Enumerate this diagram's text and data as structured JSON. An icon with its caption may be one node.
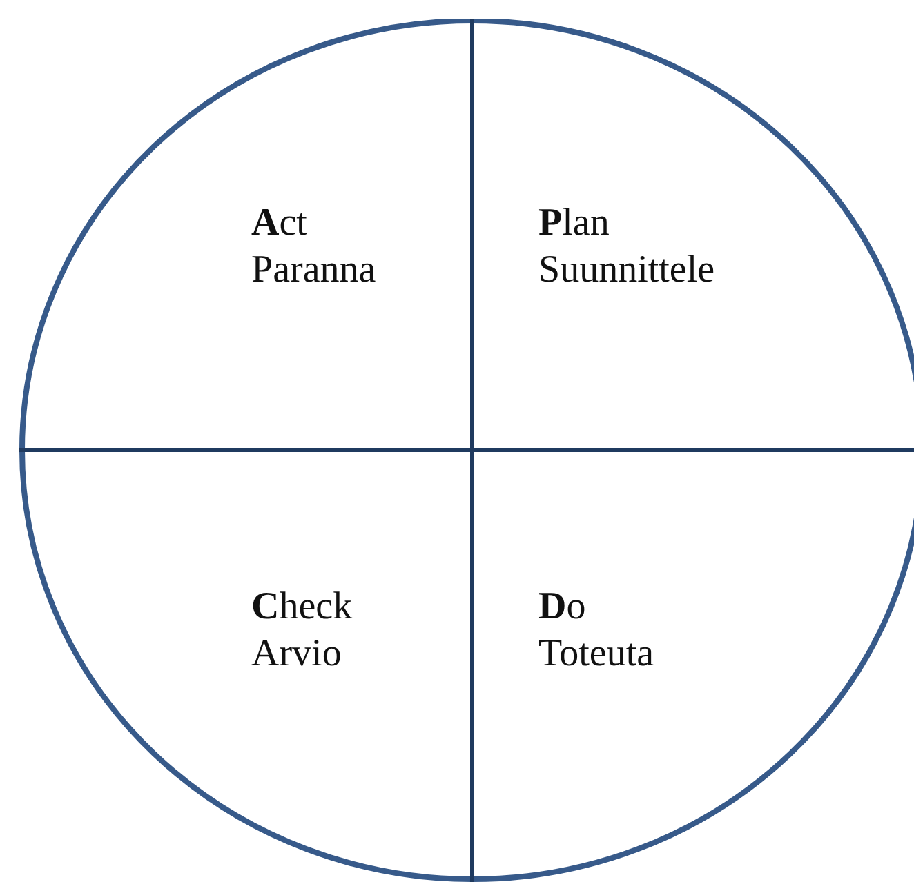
{
  "diagram": {
    "nodes": [
      {
        "text": [],
        "shape": "circle"
      },
      {
        "text": [
          "**A**ct",
          "Paranna"
        ],
        "in": 0
      },
      {
        "text": [
          "**P**lan",
          "Suunnittele"
        ],
        "in": 0
      },
      {
        "text": [
          "**C**heck",
          "Arvio"
        ],
        "in": 0
      },
      {
        "text": [
          "**D**o",
          "Toteuta"
        ],
        "in": 0
      }
    ]
  }
}
